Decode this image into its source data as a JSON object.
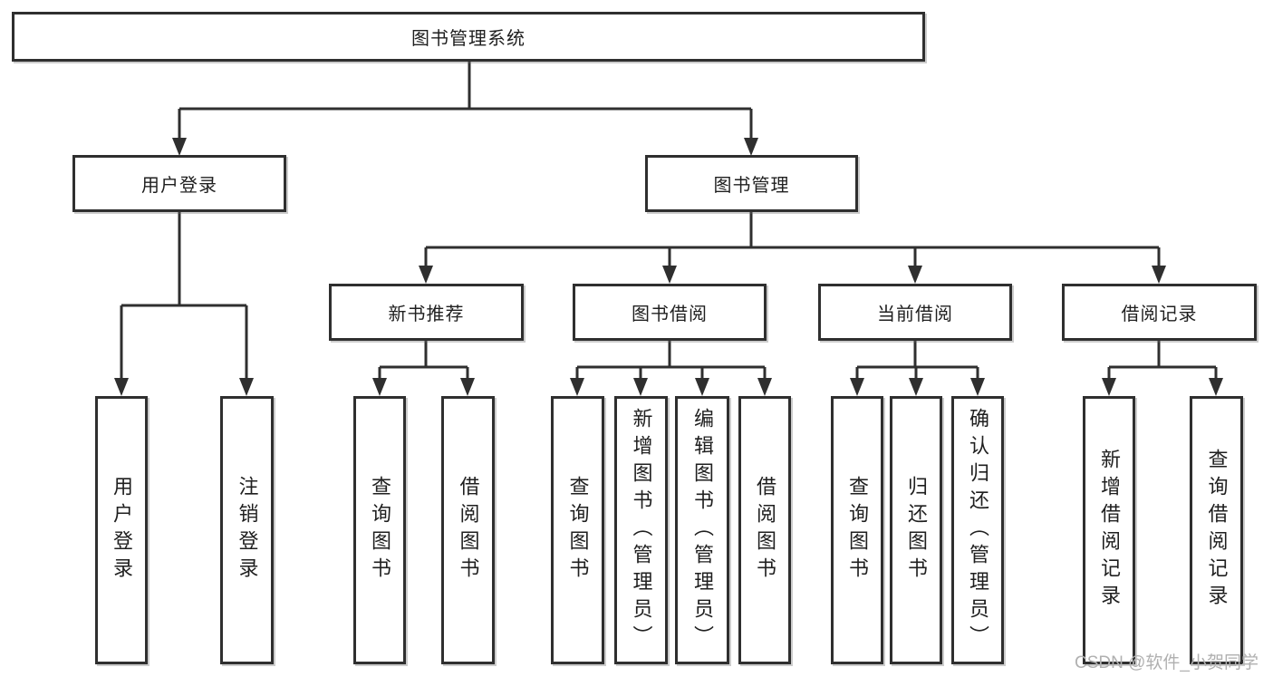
{
  "nodes": {
    "root": "图书管理系统",
    "userLogin": "用户登录",
    "bookMgmt": "图书管理",
    "newBookRec": "新书推荐",
    "bookBorrow": "图书借阅",
    "currentBorrow": "当前借阅",
    "borrowRecord": "借阅记录",
    "leafUserLogin": "用户登录",
    "leafLogout": "注销登录",
    "nbrQuery": "查询图书",
    "nbrBorrow": "借阅图书",
    "bbQuery": "查询图书",
    "bbAdd": "新增图书（管理员）",
    "bbEdit": "编辑图书（管理员）",
    "bbBorrow": "借阅图书",
    "cbQuery": "查询图书",
    "cbReturn": "归还图书",
    "cbConfirm": "确认归还（管理员）",
    "brAdd": "新增借阅记录",
    "brQuery": "查询借阅记录"
  },
  "watermark": "CSDN @软件_小贺同学",
  "colors": {
    "line": "#2f2f2f",
    "boxfill": "#ffffff",
    "text": "#1f1f1f",
    "watermark": "#b0b0b0"
  }
}
